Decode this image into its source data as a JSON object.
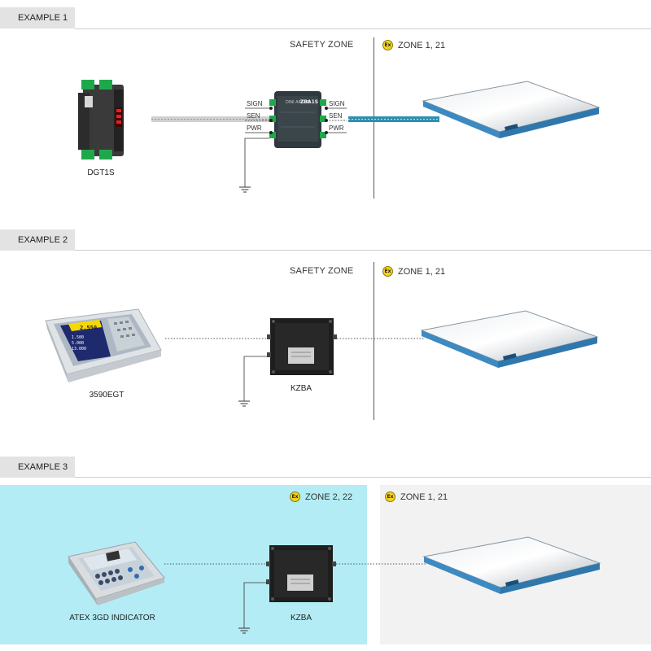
{
  "examples": [
    {
      "tab": "EXAMPLE 1",
      "safety_zone": "SAFETY ZONE",
      "hazard_zone": "ZONE 1, 21",
      "indicator_caption": "DGT1S",
      "barrier_caption": "",
      "barrier_text": "ZBA1S",
      "terminals": [
        "SIGN",
        "SEN",
        "PWR"
      ]
    },
    {
      "tab": "EXAMPLE 2",
      "safety_zone": "SAFETY ZONE",
      "hazard_zone": "ZONE 1, 21",
      "indicator_caption": "3590EGT",
      "barrier_caption": "KZBA",
      "screen_values": [
        "2.550",
        "1.500",
        "5.000",
        "13.000"
      ]
    },
    {
      "tab": "EXAMPLE 3",
      "zone_left": "ZONE 2, 22",
      "hazard_zone": "ZONE 1, 21",
      "indicator_caption": "ATEX 3GD INDICATOR",
      "barrier_caption": "KZBA"
    }
  ],
  "brand_text": "DINI ARGEO",
  "colors": {
    "zone2_bg": "#b3ecf5",
    "zone1_bg": "#f2f2f2",
    "platform_blue": "#3d8ac2",
    "ex_yellow": "#f2d318"
  }
}
